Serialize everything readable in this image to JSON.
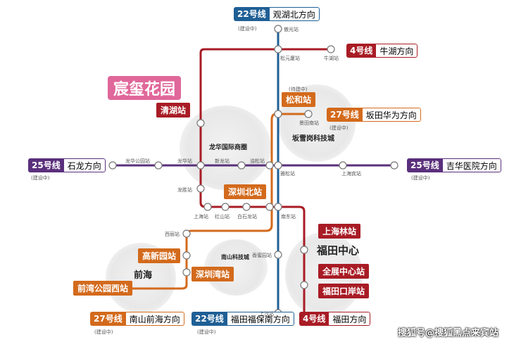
{
  "title": "宸玺花园",
  "colors": {
    "line22": "#1f5f95",
    "line4": "#a81c25",
    "line25": "#5a2f7c",
    "line27": "#d36a1c",
    "title": "#e0679a"
  },
  "terminals": [
    {
      "num": "22号线",
      "dir": "观湖北方向",
      "note": "(建设中)"
    },
    {
      "num": "4号线",
      "dir": "牛湖方向"
    },
    {
      "num": "27号线",
      "dir": "坂田华为方向",
      "note": "(建设中)"
    },
    {
      "num": "25号线",
      "dir": "石龙方向",
      "note": "(建设中)"
    },
    {
      "num": "25号线",
      "dir": "吉华医院方向",
      "note": "(建设中)"
    },
    {
      "num": "27号线",
      "dir": "南山前海方向",
      "note": "(建设中)"
    },
    {
      "num": "22号线",
      "dir": "福田福保南方向",
      "note": "(建设中)"
    },
    {
      "num": "4号线",
      "dir": "福田方向"
    }
  ],
  "callouts": [
    "清湖站",
    "松和站",
    "深圳北站",
    "上海林站",
    "全展中心站",
    "福田口岸站",
    "高新园站",
    "深圳湾站",
    "前湾公园西站"
  ],
  "songhe_note": "(待建中)",
  "areas": [
    "龙华国际商圈",
    "坂雪岗科技城",
    "南山科技城",
    "前海",
    "福田中心"
  ],
  "stations": [
    "傲光站",
    "松元厦站",
    "牛湖站",
    "景田南站",
    "龙华公园站",
    "龙华站",
    "新龙站",
    "油松站",
    "雅松站",
    "上海宾站",
    "龙胜站",
    "上海站",
    "红山站",
    "白石龙站",
    "南东站",
    "西丽站",
    "香蜜园站",
    "上沙站"
  ],
  "watermark": "搜狐号@搜狐黑点来宾站"
}
